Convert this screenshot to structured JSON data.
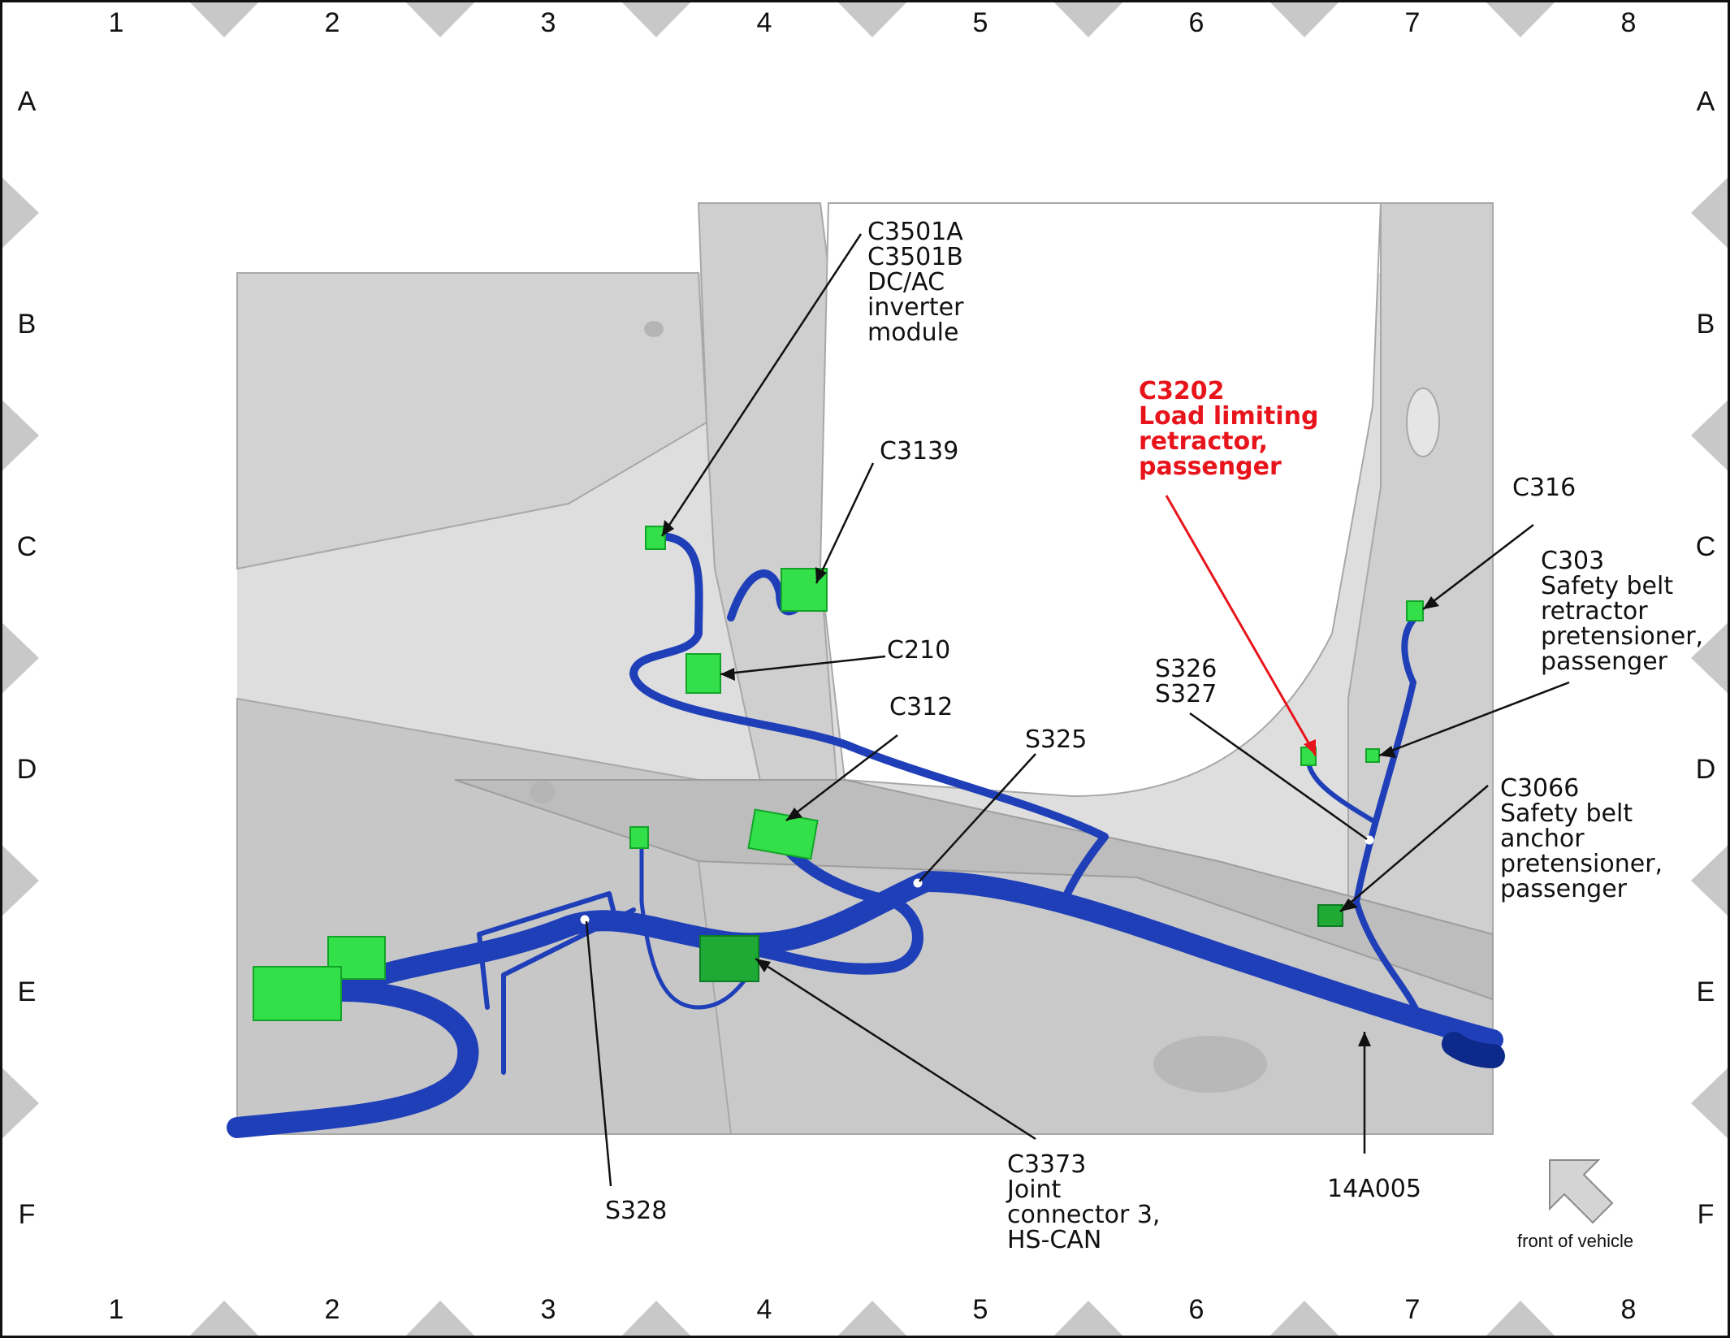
{
  "grid": {
    "columns": [
      "1",
      "2",
      "3",
      "4",
      "5",
      "6",
      "7",
      "8"
    ],
    "rows": [
      "A",
      "B",
      "C",
      "D",
      "E",
      "F"
    ]
  },
  "colors": {
    "harness": "#1f3fb8",
    "harness_dark": "#0d2a8a",
    "connector": "#33e04a",
    "connector_dark": "#12a428",
    "body": "#d9d9d9",
    "body_edge": "#a8a8a8",
    "highlight": "#e8141b",
    "marker": "#c8c8c8"
  },
  "callouts": [
    {
      "id": "c3501",
      "lines": [
        "C3501A",
        "C3501B",
        "DC/AC",
        "inverter",
        "module"
      ],
      "highlight": false
    },
    {
      "id": "c3139",
      "lines": [
        "C3139"
      ],
      "highlight": false
    },
    {
      "id": "c210",
      "lines": [
        "C210"
      ],
      "highlight": false
    },
    {
      "id": "c312",
      "lines": [
        "C312"
      ],
      "highlight": false
    },
    {
      "id": "s325",
      "lines": [
        "S325"
      ],
      "highlight": false
    },
    {
      "id": "s326",
      "lines": [
        "S326",
        "S327"
      ],
      "highlight": false
    },
    {
      "id": "c3202",
      "lines": [
        "C3202",
        "Load limiting",
        "retractor,",
        "passenger"
      ],
      "highlight": true
    },
    {
      "id": "c316",
      "lines": [
        "C316"
      ],
      "highlight": false
    },
    {
      "id": "c303",
      "lines": [
        "C303",
        "Safety belt",
        "retractor",
        "pretensioner,",
        "passenger"
      ],
      "highlight": false
    },
    {
      "id": "c3066",
      "lines": [
        "C3066",
        "Safety belt",
        "anchor",
        "pretensioner,",
        "passenger"
      ],
      "highlight": false
    },
    {
      "id": "c3373",
      "lines": [
        "C3373",
        "Joint",
        "connector 3,",
        "HS-CAN"
      ],
      "highlight": false
    },
    {
      "id": "s328",
      "lines": [
        "S328"
      ],
      "highlight": false
    },
    {
      "id": "h14a005",
      "lines": [
        "14A005"
      ],
      "highlight": false
    }
  ],
  "legend": {
    "front_label": "front of vehicle",
    "icon": "arrow-icon"
  }
}
